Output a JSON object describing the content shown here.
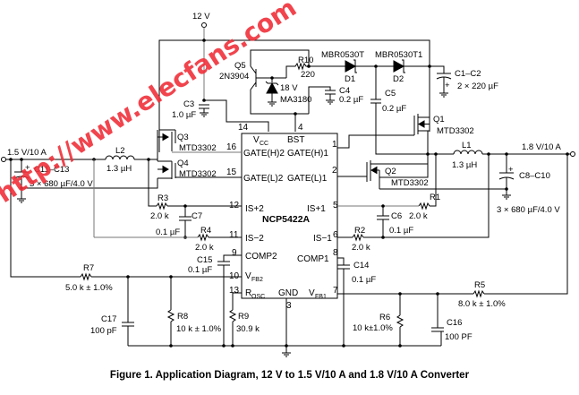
{
  "figure": {
    "caption": "Figure 1. Application Diagram, 12 V to 1.5 V/10 A and 1.8 V/10 A Converter",
    "watermark": "http://www.elecfans.com",
    "watermark_color": "#f0303a"
  },
  "rails": {
    "vin": "12 V",
    "out_left": "1.5 V/10 A",
    "out_right": "1.8 V/10 A"
  },
  "ic": {
    "name": "NCP5422A",
    "pins": {
      "vcc": {
        "num": "14",
        "label": "V",
        "sub": "CC"
      },
      "bst": {
        "num": "4",
        "label": "BST"
      },
      "gate_h2": {
        "num": "16",
        "label": "GATE(H)2"
      },
      "gate_h1": {
        "num": "1",
        "label": "GATE(H)1"
      },
      "gate_l2": {
        "num": "15",
        "label": "GATE(L)2"
      },
      "gate_l1": {
        "num": "2",
        "label": "GATE(L)1"
      },
      "is_p2": {
        "num": "12",
        "label": "IS+2"
      },
      "is_p1": {
        "num": "5",
        "label": "IS+1"
      },
      "is_m2": {
        "num": "11",
        "label": "IS−2"
      },
      "is_m1": {
        "num": "6",
        "label": "IS−1"
      },
      "comp2": {
        "num": "9",
        "label": "COMP2"
      },
      "comp1": {
        "num": "8",
        "label": "COMP1"
      },
      "vfb2": {
        "num": "10",
        "label": "V",
        "sub": "FB2"
      },
      "rosc": {
        "num": "13",
        "label": "R",
        "sub": "OSC"
      },
      "gnd": {
        "num": "3",
        "label": "GND"
      },
      "vfb1": {
        "num": "7",
        "label": "V",
        "sub": "FB1"
      }
    }
  },
  "components": {
    "Q1": {
      "ref": "Q1",
      "value": "MTD3302"
    },
    "Q2": {
      "ref": "Q2",
      "value": "MTD3302"
    },
    "Q3": {
      "ref": "Q3",
      "value": "MTD3302"
    },
    "Q4": {
      "ref": "Q4",
      "value": "MTD3302"
    },
    "Q5": {
      "ref": "Q5",
      "value": "2N3904"
    },
    "D1": {
      "ref": "D1",
      "value": "MBR0530T"
    },
    "D2": {
      "ref": "D2",
      "value": "MBR0530T1"
    },
    "Z1": {
      "ref": "18 V",
      "value": "MA3180"
    },
    "R10": {
      "ref": "R10",
      "value": "220"
    },
    "C1C2": {
      "ref": "C1–C2",
      "value": "2 × 220 µF"
    },
    "C3": {
      "ref": "C3",
      "value": "1.0 µF"
    },
    "C4": {
      "ref": "C4",
      "value": "0.2 µF"
    },
    "C5": {
      "ref": "C5",
      "value": "0.2 µF"
    },
    "L1": {
      "ref": "L1",
      "value": "1.3 µH"
    },
    "L2": {
      "ref": "L2",
      "value": "1.3 µH"
    },
    "C8C10": {
      "ref": "C8–C10",
      "value": "3 × 680 µF/4.0 V"
    },
    "C11C13": {
      "ref": "C11–C13",
      "value": "3 × 680 µF/4.0 V"
    },
    "R1": {
      "ref": "R1",
      "value": "2.0 k"
    },
    "R2": {
      "ref": "R2",
      "value": "2.0 k"
    },
    "R3": {
      "ref": "R3",
      "value": "2.0 k"
    },
    "R4": {
      "ref": "R4",
      "value": "2.0 k"
    },
    "C6": {
      "ref": "C6",
      "value": "0.1 µF"
    },
    "C7": {
      "ref": "C7",
      "value": "0.1 µF"
    },
    "C14": {
      "ref": "C14",
      "value": "0.1 µF"
    },
    "C15": {
      "ref": "C15",
      "value": "0.1 µF"
    },
    "R5": {
      "ref": "R5",
      "value": "8.0 k ± 1.0%"
    },
    "R6": {
      "ref": "R6",
      "value": "10 k±1.0%"
    },
    "R7": {
      "ref": "R7",
      "value": "5.0 k ± 1.0%"
    },
    "R8": {
      "ref": "R8",
      "value": "10 k ± 1.0%"
    },
    "R9": {
      "ref": "R9",
      "value": "30.9 k"
    },
    "C16": {
      "ref": "C16",
      "value": "100 PF"
    },
    "C17": {
      "ref": "C17",
      "value": "100 pF"
    }
  },
  "polarity_mark": "+"
}
